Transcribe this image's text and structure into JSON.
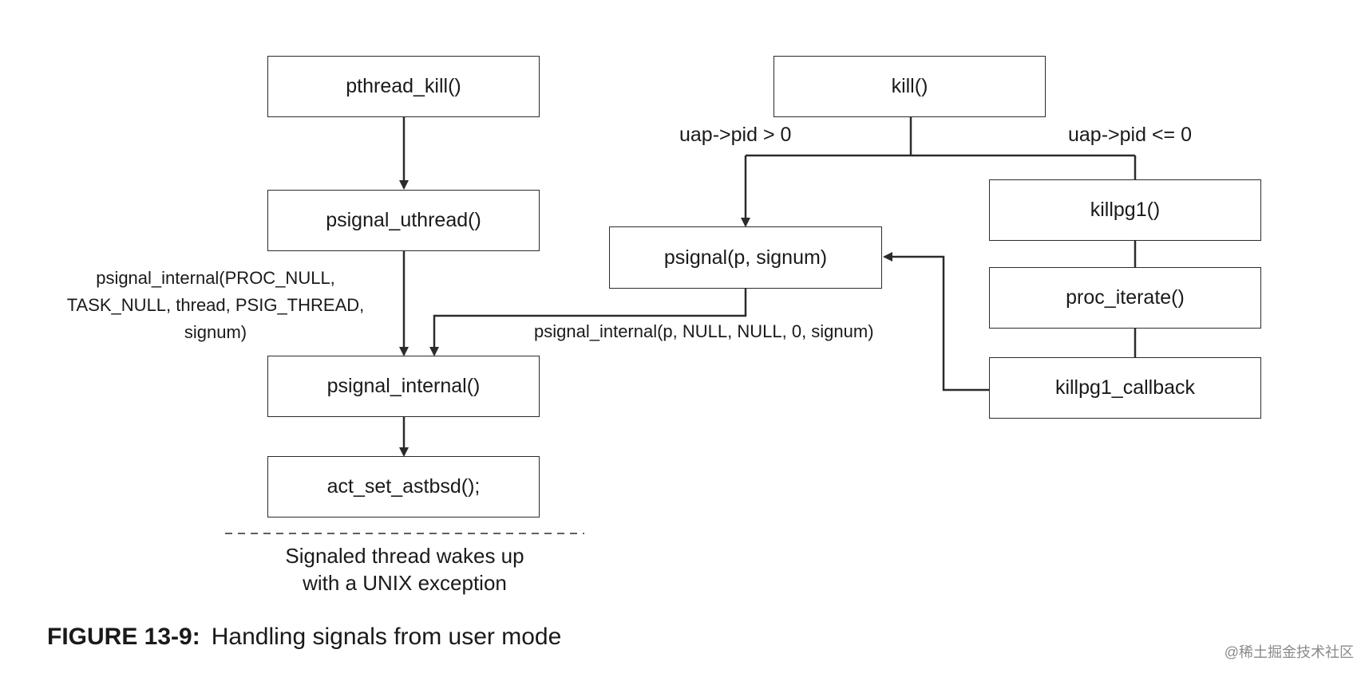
{
  "diagram": {
    "nodes": {
      "pthread_kill": "pthread_kill()",
      "psignal_uthread": "psignal_uthread()",
      "psignal_internal": "psignal_internal()",
      "act_set_astbsd": "act_set_astbsd();",
      "kill": "kill()",
      "psignal": "psignal(p, signum)",
      "killpg1": "killpg1()",
      "proc_iterate": "proc_iterate()",
      "killpg1_callback": "killpg1_callback"
    },
    "edge_labels": {
      "pid_positive": "uap->pid > 0",
      "pid_nonpositive": "uap->pid <= 0",
      "uthread_call": [
        "psignal_internal(PROC_NULL,",
        "TASK_NULL, thread, PSIG_THREAD,",
        "signum)"
      ],
      "psignal_call": "psignal_internal(p, NULL, NULL, 0, signum)"
    },
    "note": [
      "Signaled thread wakes up",
      "with a UNIX exception"
    ],
    "line_color": "#2b2b2b"
  },
  "caption": {
    "figure_number": "FIGURE 13-9:",
    "text": "Handling signals from user mode"
  },
  "watermark": "@稀土掘金技术社区"
}
